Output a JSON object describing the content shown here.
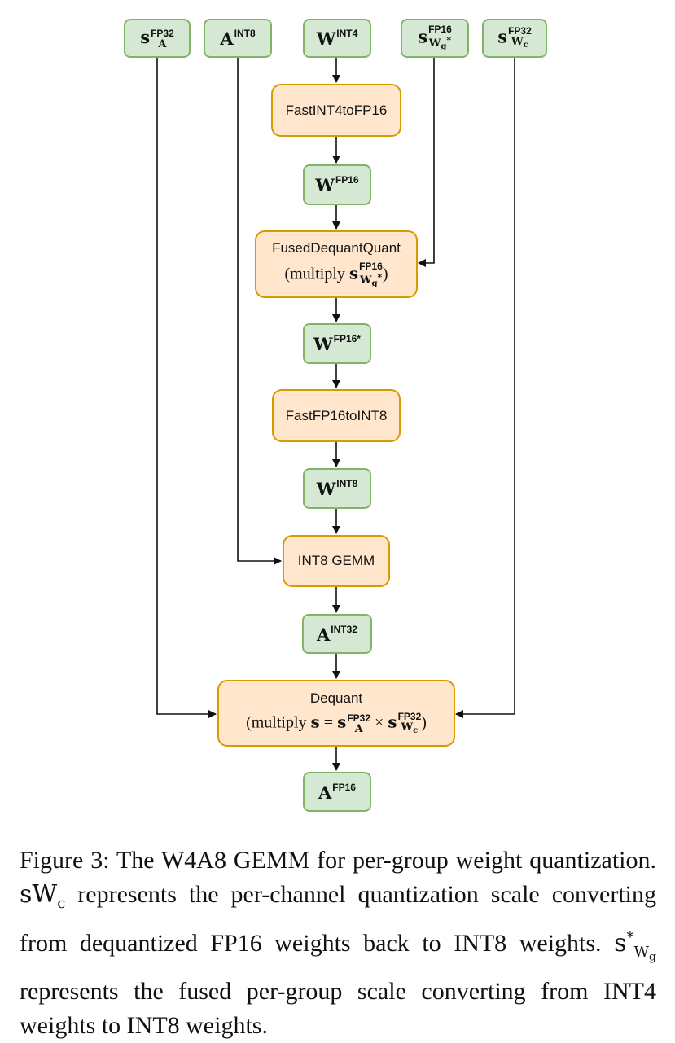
{
  "inputs": {
    "s_a": {
      "base": "s",
      "sup": "FP32",
      "sub": "A"
    },
    "a_int8": {
      "base": "A",
      "sup": "INT8"
    },
    "w_int4": {
      "base": "W",
      "sup": "INT4"
    },
    "s_wg": {
      "base": "s",
      "sup": "FP16",
      "sub": "W",
      "subsub": "g",
      "star": "*"
    },
    "s_wc": {
      "base": "s",
      "sup": "FP32",
      "sub": "W",
      "subsub": "c"
    }
  },
  "nodes": {
    "fast_int4_to_fp16": "FastINT4toFP16",
    "w_fp16": {
      "base": "W",
      "sup": "FP16"
    },
    "fused_dequant_quant": "FusedDequantQuant",
    "fused_note": {
      "prefix": "(multiply ",
      "base": "s",
      "sup": "FP16",
      "sub": "W",
      "subsub": "g",
      "star": "*",
      "suffix": ")"
    },
    "w_fp16_star": {
      "base": "W",
      "sup": "FP16*"
    },
    "fast_fp16_to_int8": "FastFP16toINT8",
    "w_int8": {
      "base": "W",
      "sup": "INT8"
    },
    "int8_gemm": "INT8 GEMM",
    "a_int32": {
      "base": "A",
      "sup": "INT32"
    },
    "dequant": "Dequant",
    "dequant_note": {
      "prefix": "(multiply ",
      "s": "s",
      "eq": " = ",
      "a_sup": "FP32",
      "a_sub": "A",
      "times": " × ",
      "w_sup": "FP32",
      "w_sub": "W",
      "w_subsub": "c",
      "suffix": ")"
    },
    "a_fp16": {
      "base": "A",
      "sup": "FP16"
    }
  },
  "caption": {
    "lead": "Figure 3: The W4A8 GEMM for per-group weight quantization.",
    "sym1": "sW",
    "sym1_sub": "c",
    "part2": "represents the per-channel quantization scale converting from dequantized FP16 weights back to INT8 weights.",
    "sym2": "s",
    "sym2_sup": "*",
    "sym2_sub": "W",
    "sym2_subsub": "g",
    "part3": "represents the fused per-group scale converting from INT4 weights to INT8 weights."
  },
  "colors": {
    "tensor_fill": "#d5e8d4",
    "tensor_border": "#82b366",
    "op_fill": "#ffe6cc",
    "op_border": "#d79b00"
  }
}
